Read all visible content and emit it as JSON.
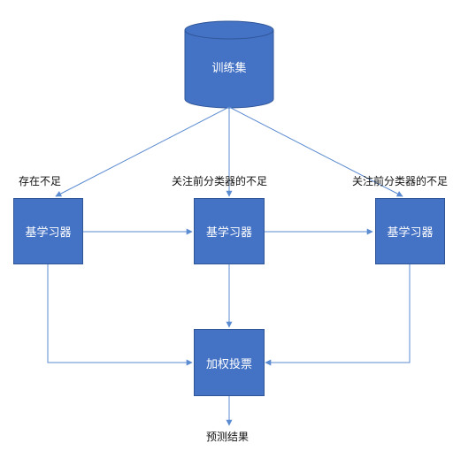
{
  "diagram": {
    "training_set": "训练集",
    "learners": [
      {
        "label": "基学习器",
        "annotation": "存在不足"
      },
      {
        "label": "基学习器",
        "annotation": "关注前分类器的不足"
      },
      {
        "label": "基学习器",
        "annotation": "关注前分类器的不足"
      }
    ],
    "weighted_vote": "加权投票",
    "prediction": "预测结果",
    "colors": {
      "node_fill": "#4472C4",
      "node_border": "#2F5597",
      "edge": "#5B8BD0",
      "node_text": "#ffffff"
    }
  }
}
